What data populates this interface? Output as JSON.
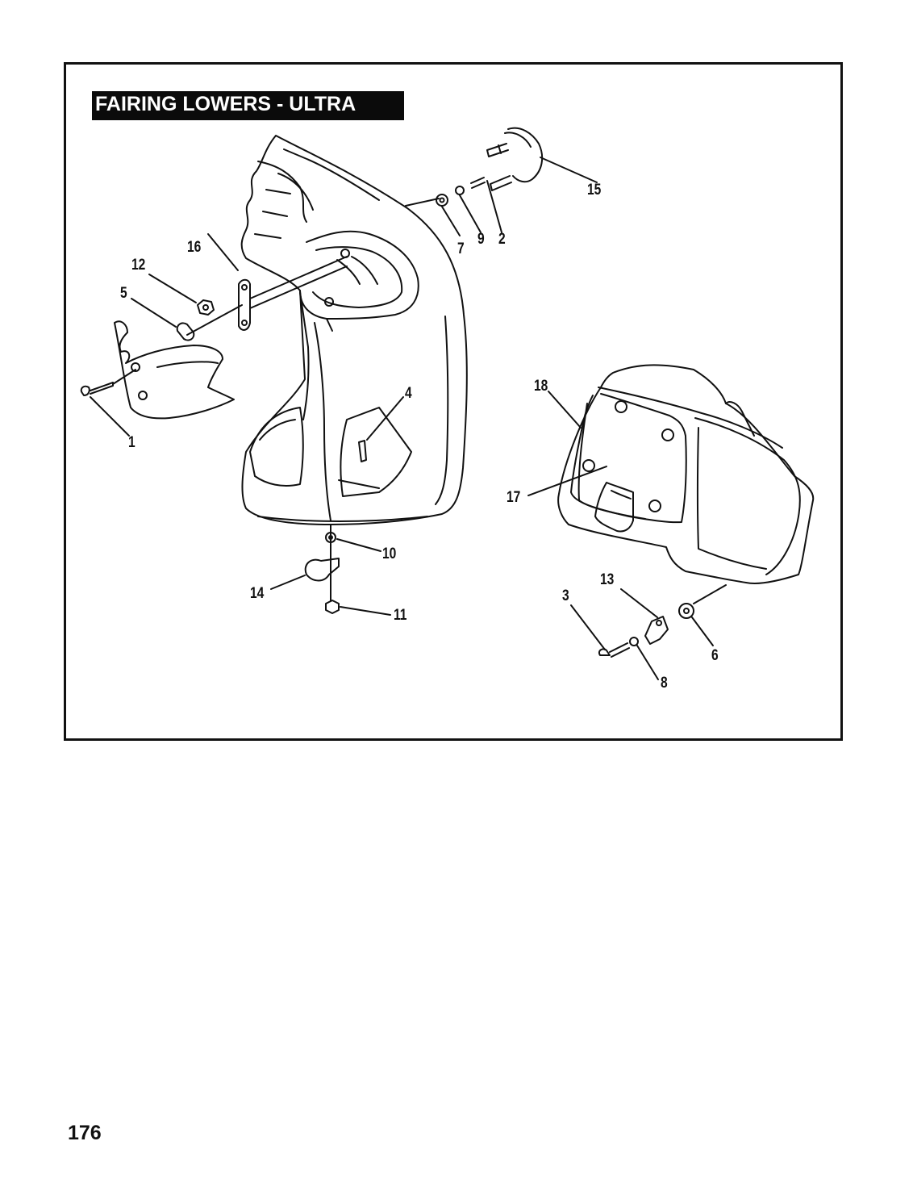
{
  "diagram": {
    "title": "FAIRING LOWERS - ULTRA",
    "callouts": {
      "c1": "1",
      "c2": "2",
      "c3": "3",
      "c4": "4",
      "c5": "5",
      "c6": "6",
      "c7": "7",
      "c8": "8",
      "c9": "9",
      "c10": "10",
      "c11": "11",
      "c12": "12",
      "c13": "13",
      "c14": "14",
      "c15": "15",
      "c16": "16",
      "c17": "17",
      "c18": "18"
    }
  },
  "page": {
    "number": "176"
  }
}
